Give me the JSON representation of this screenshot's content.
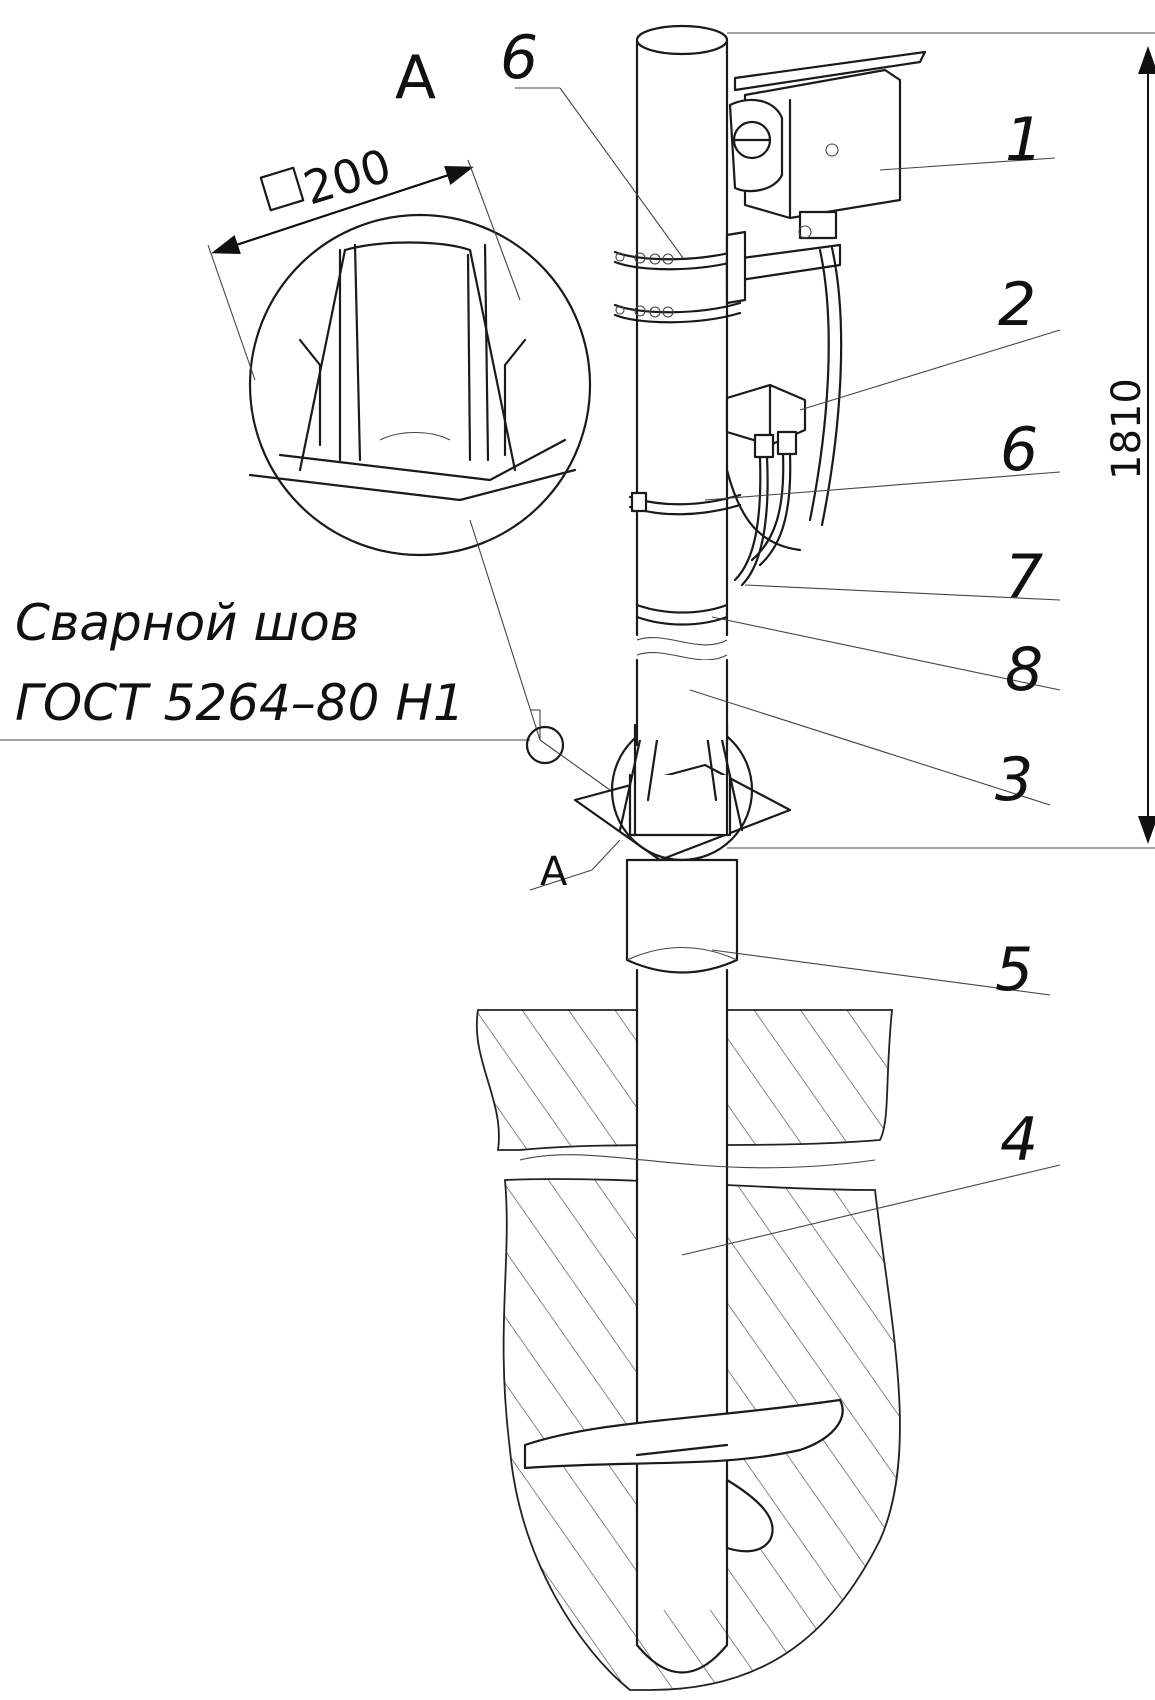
{
  "view_label": "A",
  "dimension_square": "200",
  "dimension_height": "1810",
  "weld_note": {
    "line1": "Сварной шов",
    "line2": "ГОСТ 5264–80 Н1"
  },
  "callouts": [
    "6",
    "1",
    "2",
    "6",
    "7",
    "8",
    "3",
    "5",
    "4"
  ]
}
